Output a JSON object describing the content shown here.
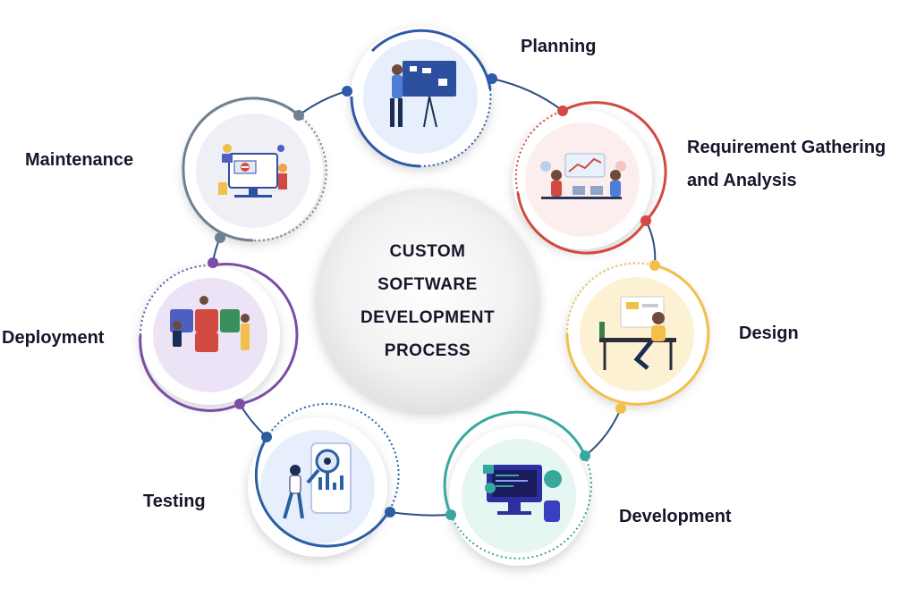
{
  "center": {
    "lines": [
      "CUSTOM",
      "SOFTWARE",
      "DEVELOPMENT",
      "PROCESS"
    ]
  },
  "steps": [
    {
      "id": "planning",
      "label_lines": [
        "Planning"
      ],
      "accent": "#2e5aa8",
      "icon": "planning-whiteboard-illustration"
    },
    {
      "id": "requirement",
      "label_lines": [
        "Requirement Gathering",
        "and Analysis"
      ],
      "accent": "#d24a3f",
      "icon": "meeting-analysis-illustration"
    },
    {
      "id": "design",
      "label_lines": [
        "Design"
      ],
      "accent": "#f2c04a",
      "icon": "designer-desk-illustration"
    },
    {
      "id": "development",
      "label_lines": [
        "Development"
      ],
      "accent": "#38a89d",
      "icon": "code-monitor-illustration"
    },
    {
      "id": "testing",
      "label_lines": [
        "Testing"
      ],
      "accent": "#2b5fa3",
      "icon": "bug-magnifier-illustration"
    },
    {
      "id": "deployment",
      "label_lines": [
        "Deployment"
      ],
      "accent": "#7a4ea7",
      "icon": "puzzle-team-illustration"
    },
    {
      "id": "maintenance",
      "label_lines": [
        "Maintenance"
      ],
      "accent": "#6f8090",
      "icon": "maintenance-monitor-illustration"
    }
  ],
  "colors": {
    "connector": "#2a4f86",
    "text": "#15172b",
    "center_fill": "#efefef"
  }
}
